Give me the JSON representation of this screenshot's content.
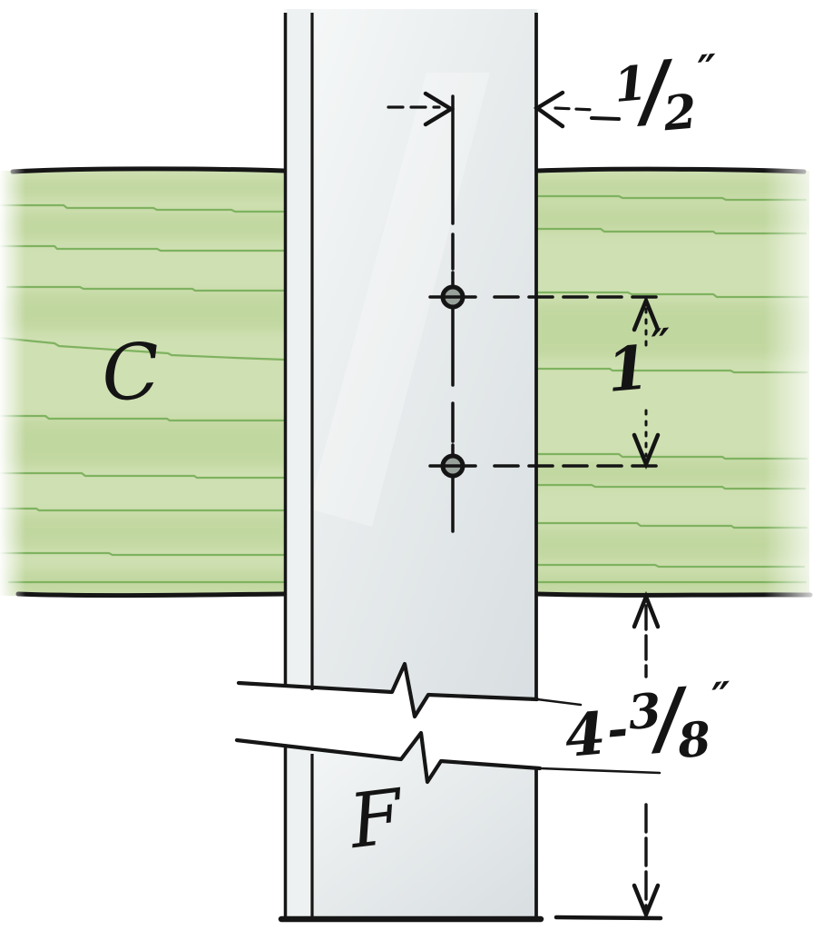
{
  "figure": {
    "board_label": "C",
    "strip_label": "F",
    "dim_edge_offset": {
      "numerator": "1",
      "slash": "/",
      "denominator": "2",
      "unit": "″"
    },
    "dim_hole_spacing": {
      "value": "1",
      "unit": "″"
    },
    "dim_strip_length": {
      "whole": "4",
      "dash": "-",
      "numerator": "3",
      "slash": "/",
      "denominator": "8",
      "unit": "″"
    },
    "colors": {
      "board_green": "#cfe0b2",
      "grain_green": "#7fb260",
      "strip_gray": "#e4e9ea",
      "ink_black": "#161616",
      "hole_fill": "#98a29b"
    }
  }
}
